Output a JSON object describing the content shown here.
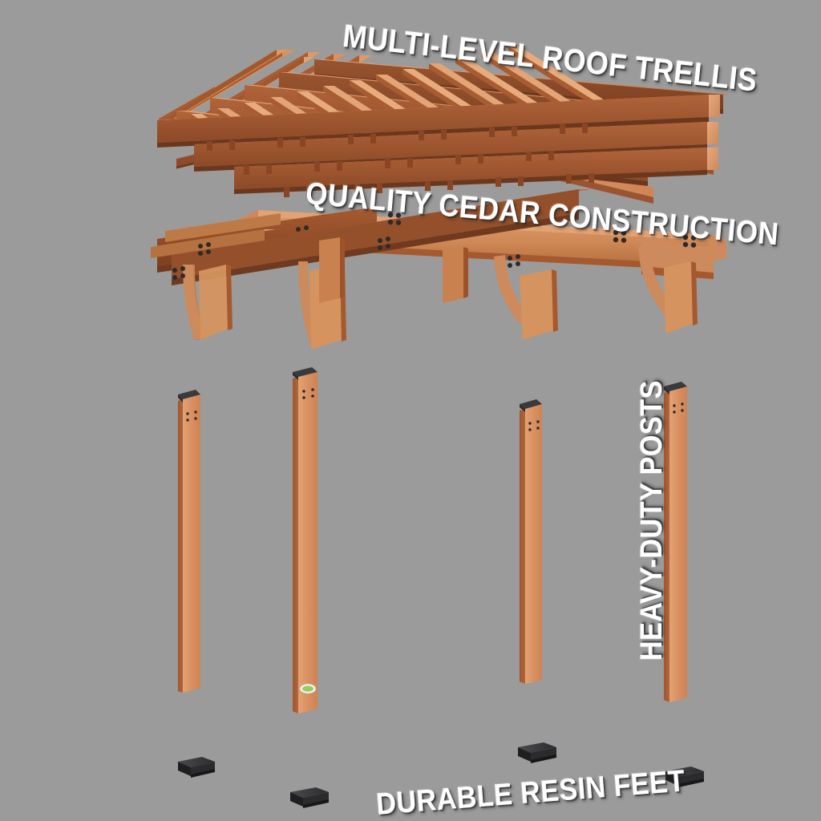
{
  "scene": {
    "background_color": "#9b9b9b",
    "product": "cedar pergola exploded assembly diagram",
    "wood_colors": {
      "light": "#e09a6a",
      "mid": "#cf7f4f",
      "dark": "#a4572f",
      "deep": "#8a4524",
      "shadow": "#6f3a1f",
      "top_face": "#d98e5d",
      "resin_foot": "#2b2b2e",
      "post_cap": "#3a3a3c",
      "bolt": "#2f2a27"
    }
  },
  "callouts": [
    {
      "id": "trellis",
      "label": "MULTI-LEVEL ROOF TRELLIS",
      "rotation_deg": 6.2,
      "color": "#ffffff"
    },
    {
      "id": "cedar",
      "label": "QUALITY CEDAR CONSTRUCTION",
      "rotation_deg": 5.0,
      "color": "#ffffff"
    },
    {
      "id": "posts",
      "label": "HEAVY-DUTY POSTS",
      "rotation_deg": -90,
      "color": "#ffffff"
    },
    {
      "id": "feet",
      "label": "DURABLE RESIN FEET",
      "rotation_deg": -4.4,
      "color": "#ffffff"
    }
  ],
  "components": {
    "trellis": {
      "name": "Multi-level roof trellis",
      "rafter_count": 6,
      "slat_count": 17,
      "note": "notched cross-slats over stacked rafter beams"
    },
    "beam_assembly": {
      "name": "Quality cedar beam construction",
      "beam_count": 4,
      "brace_count": 4,
      "note": "bolted double beams with curved knee braces and scalloped beam ends"
    },
    "posts": {
      "name": "Heavy-duty posts",
      "count": 4,
      "cap": "dark post cap",
      "sticker": {
        "present": true,
        "shape": "oval",
        "color": "#cfe5a8"
      }
    },
    "resin_feet": {
      "name": "Durable resin feet",
      "count": 4,
      "color": "#2b2b2e"
    }
  }
}
